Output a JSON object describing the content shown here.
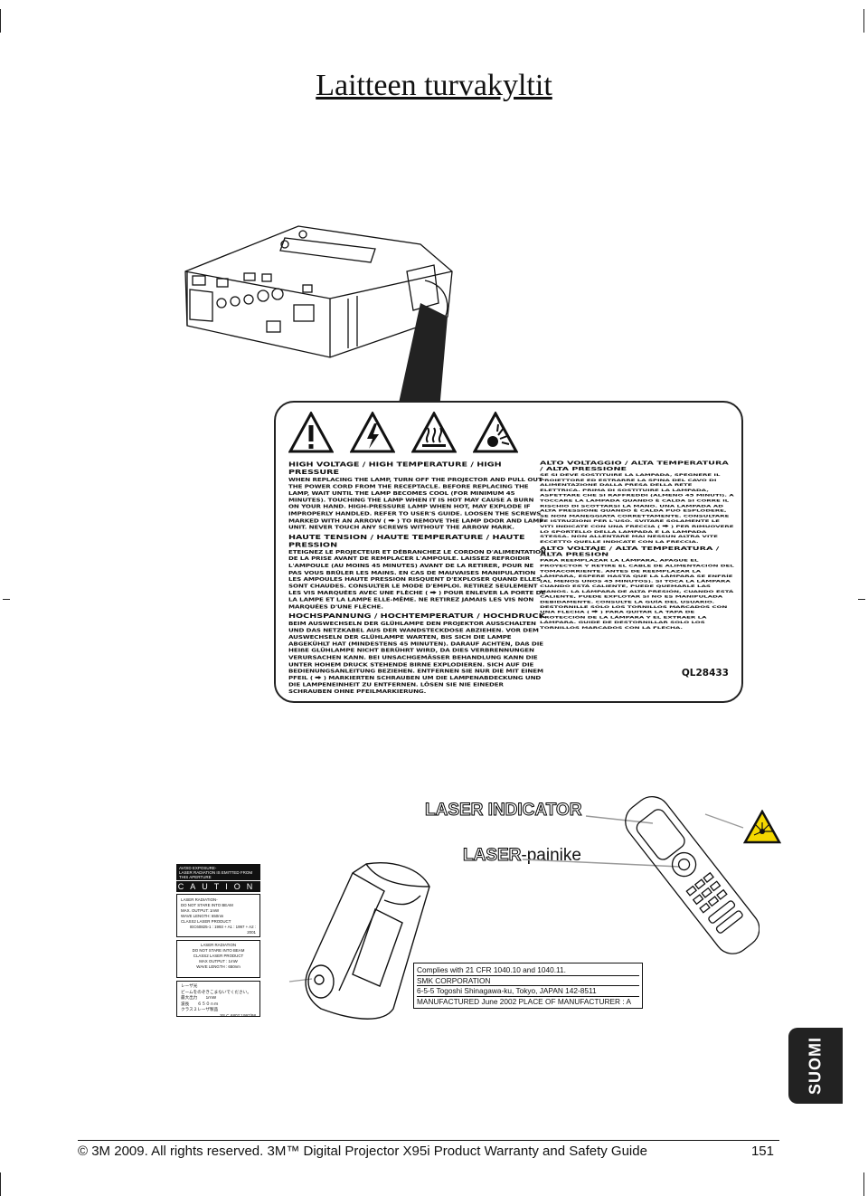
{
  "page": {
    "title": "Laitteen turvakyltit"
  },
  "label": {
    "col1": [
      {
        "heading": "HIGH VOLTAGE / HIGH TEMPERATURE / HIGH PRESSURE",
        "body": "WHEN REPLACING THE LAMP, TURN OFF THE PROJECTOR AND PULL OUT THE POWER CORD FROM THE RECEPTACLE. BEFORE REPLACING THE LAMP, WAIT UNTIL THE LAMP BECOMES COOL (FOR MINIMUM 45 MINUTES). TOUCHING THE LAMP WHEN IT IS HOT MAY CAUSE A BURN ON YOUR HAND. HIGH-PRESSURE LAMP WHEN HOT, MAY EXPLODE IF IMPROPERLY HANDLED. REFER TO USER'S GUIDE. LOOSEN THE SCREWS MARKED WITH AN ARROW ( ⮕ ) TO REMOVE THE LAMP DOOR AND LAMP UNIT. NEVER TOUCH ANY SCREWS WITHOUT THE ARROW MARK."
      },
      {
        "heading": "HAUTE TENSION / HAUTE TEMPERATURE / HAUTE PRESSION",
        "body": "ETEIGNEZ LE PROJECTEUR ET DÉBRANCHEZ LE CORDON D'ALIMENTATION DE LA PRISE AVANT DE REMPLACER L'AMPOULE. LAISSEZ REFROIDIR L'AMPOULE (AU MOINS 45 MINUTES) AVANT DE LA RETIRER, POUR NE PAS VOUS BRÛLER LES MAINS. EN CAS DE MAUVAISES MANIPULATION LES AMPOULES HAUTE PRESSION RISQUENT D'EXPLOSER QUAND ELLES SONT CHAUDES. CONSULTER LE MODE D'EMPLOI. RETIREZ SEULEMENT LES VIS MARQUÉES AVEC UNE FLÈCHE ( ⮕ ) POUR ENLEVER LA PORTE DE LA LAMPE ET LA LAMPE ELLE-MÊME. NE RETIREZ JAMAIS LES VIS NON MARQUÉES D'UNE FLÈCHE."
      },
      {
        "heading": "HOCHSPANNUNG / HOCHTEMPERATUR / HOCHDRUCK",
        "body": "BEIM AUSWECHSELN DER GLÜHLAMPE DEN PROJEKTOR AUSSCHALTEN UND DAS NETZKABEL AUS DER WANDSTECKDOSE ABZIEHEN. VOR DEM AUSWECHSELN DER GLÜHLAMPE WARTEN, BIS SICH DIE LAMPE ABGEKÜHLT HAT (MINDESTENS 45 MINUTEN). DARAUF ACHTEN, DAß DIE HEIßE GLÜHLAMPE NICHT BERÜHRT WIRD, DA DIES VERBRENNUNGEN VERURSACHEN KANN. BEI UNSACHGEMÄSSER BEHANDLUNG KANN DIE UNTER HOHEM DRUCK STEHENDE BIRNE EXPLODIEREN. SICH AUF DIE BEDIENUNGSANLEITUNG BEZIEHEN. ENTFERNEN SIE NUR DIE MIT EINEM PFEIL ( ⮕ ) MARKIERTEN SCHRAUBEN UM DIE LAMPENABDECKUNG UND DIE LAMPENEINHEIT ZU ENTFERNEN. LÖSEN SIE NIE EINEDER SCHRAUBEN OHNE PFEILMARKIERUNG."
      }
    ],
    "col2": [
      {
        "heading": "ALTO VOLTAGGIO / ALTA TEMPERATURA / ALTA PRESSIONE",
        "body": "SE SI DEVE SOSTITUIRE LA LAMPADA, SPEGNERE IL PROIETTORE ED ESTRARRE LA SPINA DEL CAVO DI ALIMENTAZIONE DALLA PRESA DELLA RETE ELETTRICA. PRIMA DI SOSTITUIRE LA LAMPADA, ASPETTARE CHE SI RAFFREDDI (ALMENO 45 MINUTI). A TOCCARE LA LAMPADA QUANDO È CALDA SI CORRE IL RISCHIO DI SCOTTARSI LA MANO. UNA LAMPADA AD ALTA PRESSIONE QUANDO È CALDA PUÒ ESPLODERE, SE NON MANEGGIATA CORRETTAMENTE. CONSULTARE LE ISTRUZIONI PER L'USO. SVITARE SOLAMENTE LE VITI INDICATE CON UNA FRECCIA ( ⮕ ) PER RIMUOVERE LO SPORTELLO DELLA LAMPADA E LA LAMPADA STESSA. NON ALLENTARE MAI NESSUN ALTRA VITE ECCETTO QUELLE INDICATE CON LA FRECCIA."
      },
      {
        "heading": "ALTO VOLTAJE / ALTA TEMPERATURA / ALTA PRESION",
        "body": "PARA REEMPLAZAR LA LÁMPARA, APAGUE EL PROYECTOR Y RETIRE EL CABLE DE ALIMENTACIÓN DEL TOMACORRIENTE. ANTES DE REEMPLAZAR LA LÁMPARA, ESPERE HASTA QUE LA LÁMPARA SE ENFRÍE (AL MENOS UNOS 45 MINUTOS). SI TOCA LA LÁMPARA CUANDO ESTÁ CALIENTE, PUEDE QUEMARLE LAS MANOS. LA LÁMPARA DE ALTA PRESIÓN, CUANDO ESTÁ CALIENTE, PUEDE EXPLOTAR SI NO ES MANIPULADA DEBIDAMENTE. CONSULTE LA GUÍA DEL USUARIO. DESTORNILLE SÓLO LOS TORNILLOS MARCADOS CON UNA FLECHA ( ⮕ ) PARA QUITAR LA TAPA DE PROTECCIÓN DE LA LÁMPARA Y EL EXTRAER LA LÁMPARA. GUIDE DE DESTORNILLAR SOLO LOS TORNILLOS MARCADOS CON LA FLECHA."
      }
    ],
    "code": "QL28433"
  },
  "laser": {
    "indicator": "LASER INDICATOR",
    "button_prefix": "LASER",
    "button_suffix": "-painike"
  },
  "caution_label": {
    "avoid": "AVOID EXPOSURE-",
    "avoid_sub": "LASER RADIATION IS EMITTED FROM THIS APERTURE",
    "caution": "CAUTION",
    "box1": [
      "LASER RADIATION-",
      "DO NOT STARE INTO BEAM",
      "MAX. OUTPUT: 1mW",
      "WAVE LENGTH: 650nm",
      "CLASS2 LASER PRODUCT"
    ],
    "box1_std": "IEC60825-1 : 1993 + A1 : 1997 + A2 : 2001",
    "box2": [
      "LASER RADIATION",
      "DO NOT STARE INTO BEAM",
      "CLASS2 LASER PRODUCT",
      "MAX OUTPUT : 1mW",
      "WAVE LENGTH : 650nm"
    ],
    "box3": [
      "レーザ光",
      "ビームをのぞきこまないでください。",
      "最大出力　　1ｍW",
      "波長　　６５０ｎｍ",
      "クラス２レーザ製品"
    ],
    "box3_std": "JIS C 6802:1997/98"
  },
  "compliance": {
    "line1": "Complies with 21 CFR 1040.10 and 1040.11.",
    "line2": "SMK CORPORATION",
    "line3": "6-5-5 Togoshi Shinagawa-ku, Tokyo, JAPAN 142-8511",
    "line4": "MANUFACTURED June 2002   PLACE OF MANUFACTURER : A"
  },
  "side_tab": "SUOMI",
  "footer": {
    "left": "© 3M 2009. All rights reserved.   3M™ Digital Projector X95i Product Warranty and Safety Guide",
    "page": "151"
  }
}
